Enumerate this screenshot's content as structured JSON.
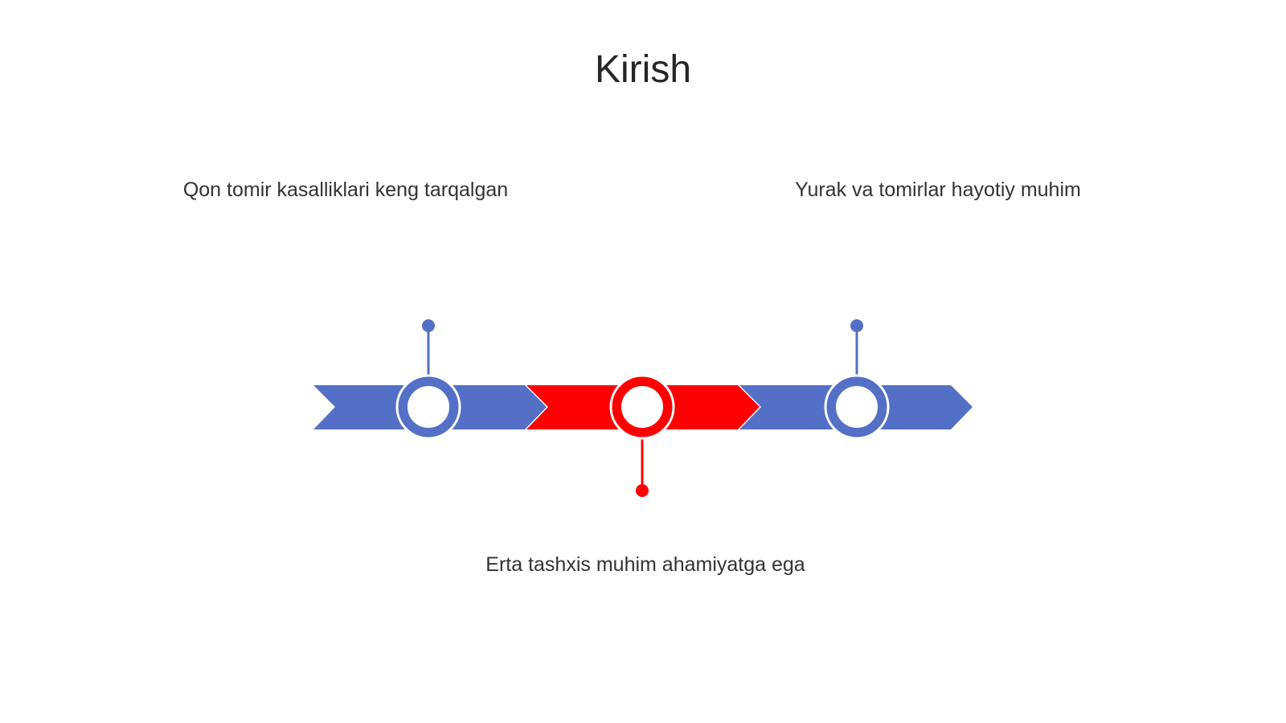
{
  "slide": {
    "title": "Kirish"
  },
  "timeline": {
    "milestones": [
      {
        "text": "Qon tomir kasalliklari keng tarqalgan",
        "color": "#5470C6",
        "position": "top"
      },
      {
        "text": "Erta tashxis muhim ahamiyatga ega",
        "color": "#FF0000",
        "position": "bottom"
      },
      {
        "text": "Yurak va tomirlar hayotiy muhim",
        "color": "#5470C6",
        "position": "top"
      }
    ]
  }
}
